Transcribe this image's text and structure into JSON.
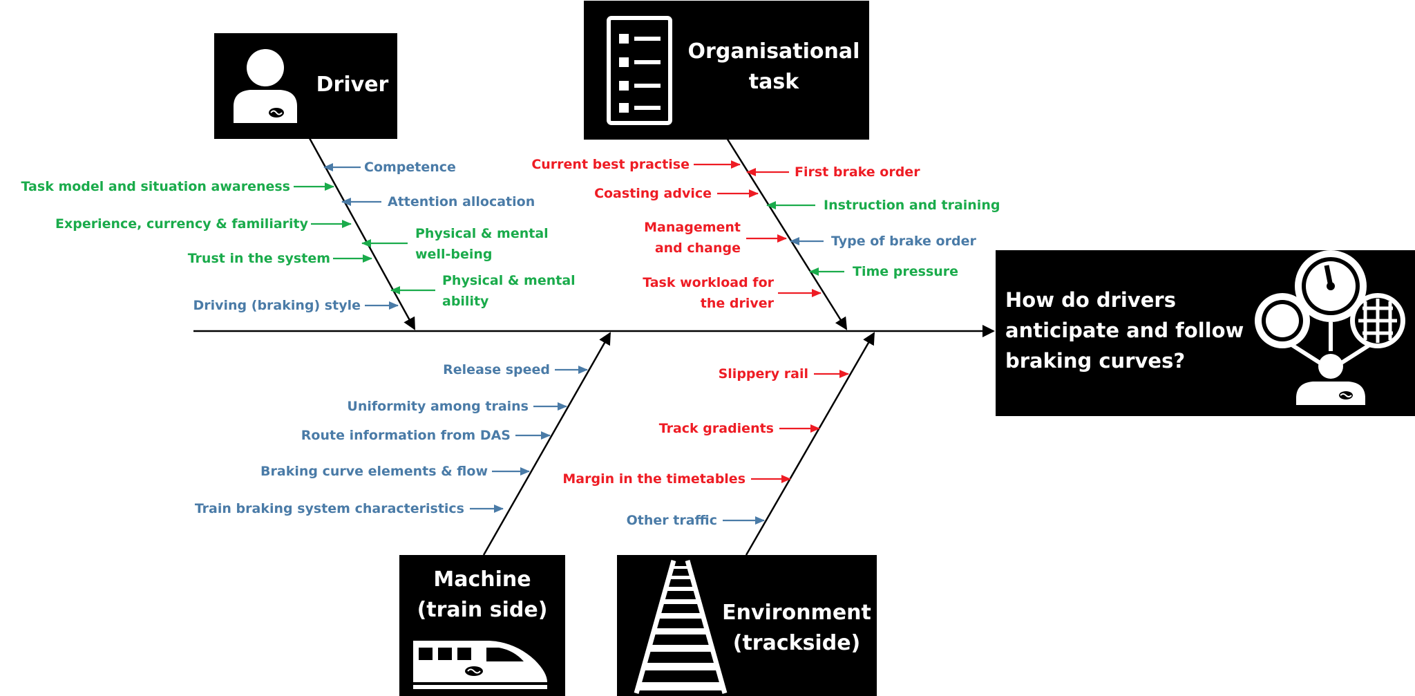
{
  "problem": {
    "text": "How do drivers anticipate and follow braking curves?",
    "icon": "train-driver-with-dials-icon"
  },
  "colors": {
    "green": "#1aab4b",
    "blue": "#4a7ba7",
    "red": "#ee1c24",
    "box": "#000000"
  },
  "categories": {
    "driver": {
      "label": "Driver",
      "icon": "person-icon"
    },
    "organisational_task": {
      "label": "Organisational task",
      "icon": "checklist-icon"
    },
    "machine": {
      "label": "Machine (train side)",
      "icon": "train-icon"
    },
    "environment": {
      "label": "Environment (trackside)",
      "icon": "railway-track-icon"
    }
  },
  "driver_factors": [
    {
      "text": "Competence",
      "color": "blue"
    },
    {
      "text": "Task model and  situation awareness",
      "color": "green"
    },
    {
      "text": "Attention allocation",
      "color": "blue"
    },
    {
      "text": "Experience, currency & familiarity",
      "color": "green"
    },
    {
      "text": "Physical & mental well-being",
      "color": "green"
    },
    {
      "text": "Trust in the system",
      "color": "green"
    },
    {
      "text": "Physical & mental ability",
      "color": "green"
    },
    {
      "text": "Driving (braking) style",
      "color": "blue"
    }
  ],
  "organisational_task_factors": [
    {
      "text": "Current best practise",
      "color": "red"
    },
    {
      "text": "First brake order",
      "color": "red"
    },
    {
      "text": "Coasting advice",
      "color": "red"
    },
    {
      "text": "Instruction and training",
      "color": "green"
    },
    {
      "text": "Management and change",
      "color": "red"
    },
    {
      "text": "Type of brake order",
      "color": "blue"
    },
    {
      "text": "Time pressure",
      "color": "green"
    },
    {
      "text": "Task workload for the driver",
      "color": "red"
    }
  ],
  "machine_factors": [
    {
      "text": "Release speed",
      "color": "blue"
    },
    {
      "text": "Uniformity among trains",
      "color": "blue"
    },
    {
      "text": "Route information from DAS",
      "color": "blue"
    },
    {
      "text": "Braking curve elements & flow",
      "color": "blue"
    },
    {
      "text": "Train braking system characteristics",
      "color": "blue"
    }
  ],
  "environment_factors": [
    {
      "text": "Slippery rail",
      "color": "red"
    },
    {
      "text": "Track gradients",
      "color": "red"
    },
    {
      "text": "Margin in the timetables",
      "color": "red"
    },
    {
      "text": "Other traffic",
      "color": "blue"
    }
  ]
}
